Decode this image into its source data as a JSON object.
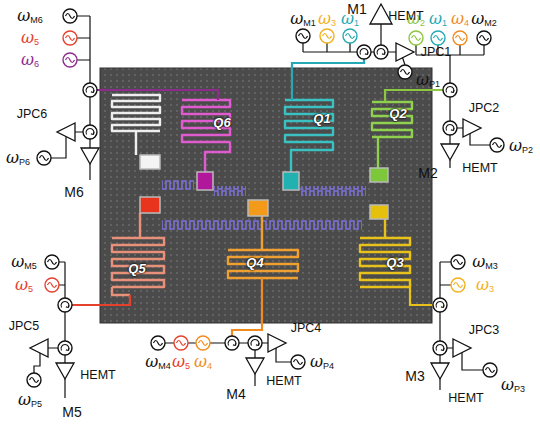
{
  "diagram": {
    "nodes": [
      {
        "text": [
          "HEMT"
        ]
      },
      {
        "text": [
          "JPC1"
        ]
      },
      {
        "text": [
          "JPC6"
        ]
      },
      {
        "text": [
          "JPC2"
        ]
      },
      {
        "text": [
          "HEMT"
        ]
      },
      {
        "text": [
          "JPC5"
        ]
      },
      {
        "text": [
          "JPC4"
        ]
      },
      {
        "text": [
          "JPC3"
        ]
      },
      {
        "text": [
          "HEMT"
        ]
      },
      {
        "text": [
          "HEMT"
        ]
      },
      {
        "text": [
          "HEMT"
        ]
      }
    ],
    "labels": [
      "ωM6",
      "ω5",
      "ω6",
      "M1",
      "ωM1",
      "ω3",
      "ω1",
      "ωP1",
      "ω2",
      "ω1",
      "ω4",
      "ωM2",
      "ωP6",
      "ωP2",
      "M2",
      "M6",
      "Q6",
      "Q1",
      "Q2",
      "Q5",
      "Q4",
      "Q3",
      "ωM5",
      "ωM3",
      "ω5",
      "ω3",
      "ωP5",
      "ωM4",
      "ω5",
      "ω4",
      "ωP4",
      "M3",
      "ωP3",
      "M4",
      "M5"
    ]
  }
}
